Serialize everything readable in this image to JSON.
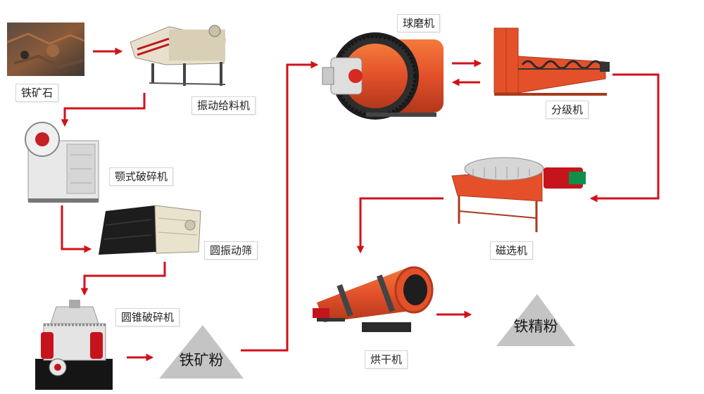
{
  "colors": {
    "arrow": "#d0121b",
    "machine_orange": "#e2502a",
    "pile_gray": "#c4c4c4"
  },
  "labels": {
    "iron_ore": "铁矿石",
    "vibrating_feeder": "振动给料机",
    "jaw_crusher": "颚式破碎机",
    "circular_screen": "圆振动筛",
    "cone_crusher": "圆锥破碎机",
    "iron_powder": "铁矿粉",
    "ball_mill": "球磨机",
    "classifier": "分级机",
    "magnetic_separator": "磁选机",
    "dryer": "烘干机",
    "iron_concentrate": "铁精粉"
  }
}
